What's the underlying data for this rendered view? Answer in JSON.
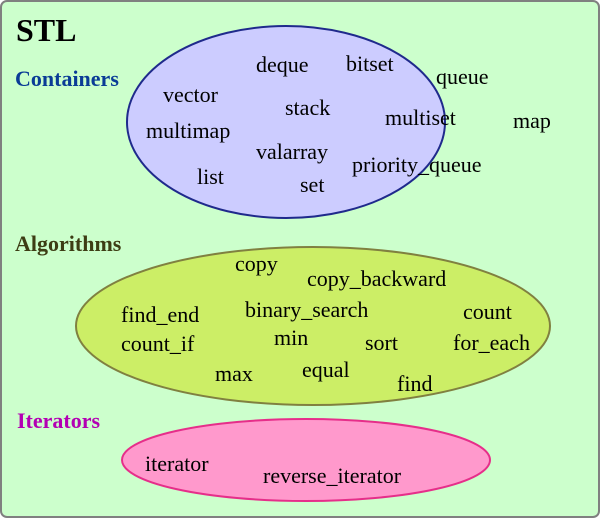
{
  "title": "STL",
  "colors": {
    "background": "#ccffcc",
    "frame": "#808080",
    "containers_fill": "#ccccff",
    "containers_stroke": "#1f2a8c",
    "containers_label": "#0a3c96",
    "algorithms_fill": "#ccee66",
    "algorithms_stroke": "#808040",
    "algorithms_label": "#3d3d14",
    "iterators_fill": "#ff99cc",
    "iterators_stroke": "#e62e8a",
    "iterators_label": "#b300b3",
    "text": "#000000"
  },
  "groups": [
    {
      "name": "Containers",
      "items": [
        "deque",
        "bitset",
        "queue",
        "vector",
        "stack",
        "multimap",
        "multiset",
        "map",
        "valarray",
        "list",
        "priority_queue",
        "set"
      ]
    },
    {
      "name": "Algorithms",
      "items": [
        "copy",
        "copy_backward",
        "find_end",
        "binary_search",
        "count",
        "min",
        "count_if",
        "sort",
        "for_each",
        "equal",
        "max",
        "find"
      ]
    },
    {
      "name": "Iterators",
      "items": [
        "iterator",
        "reverse_iterator"
      ]
    }
  ]
}
